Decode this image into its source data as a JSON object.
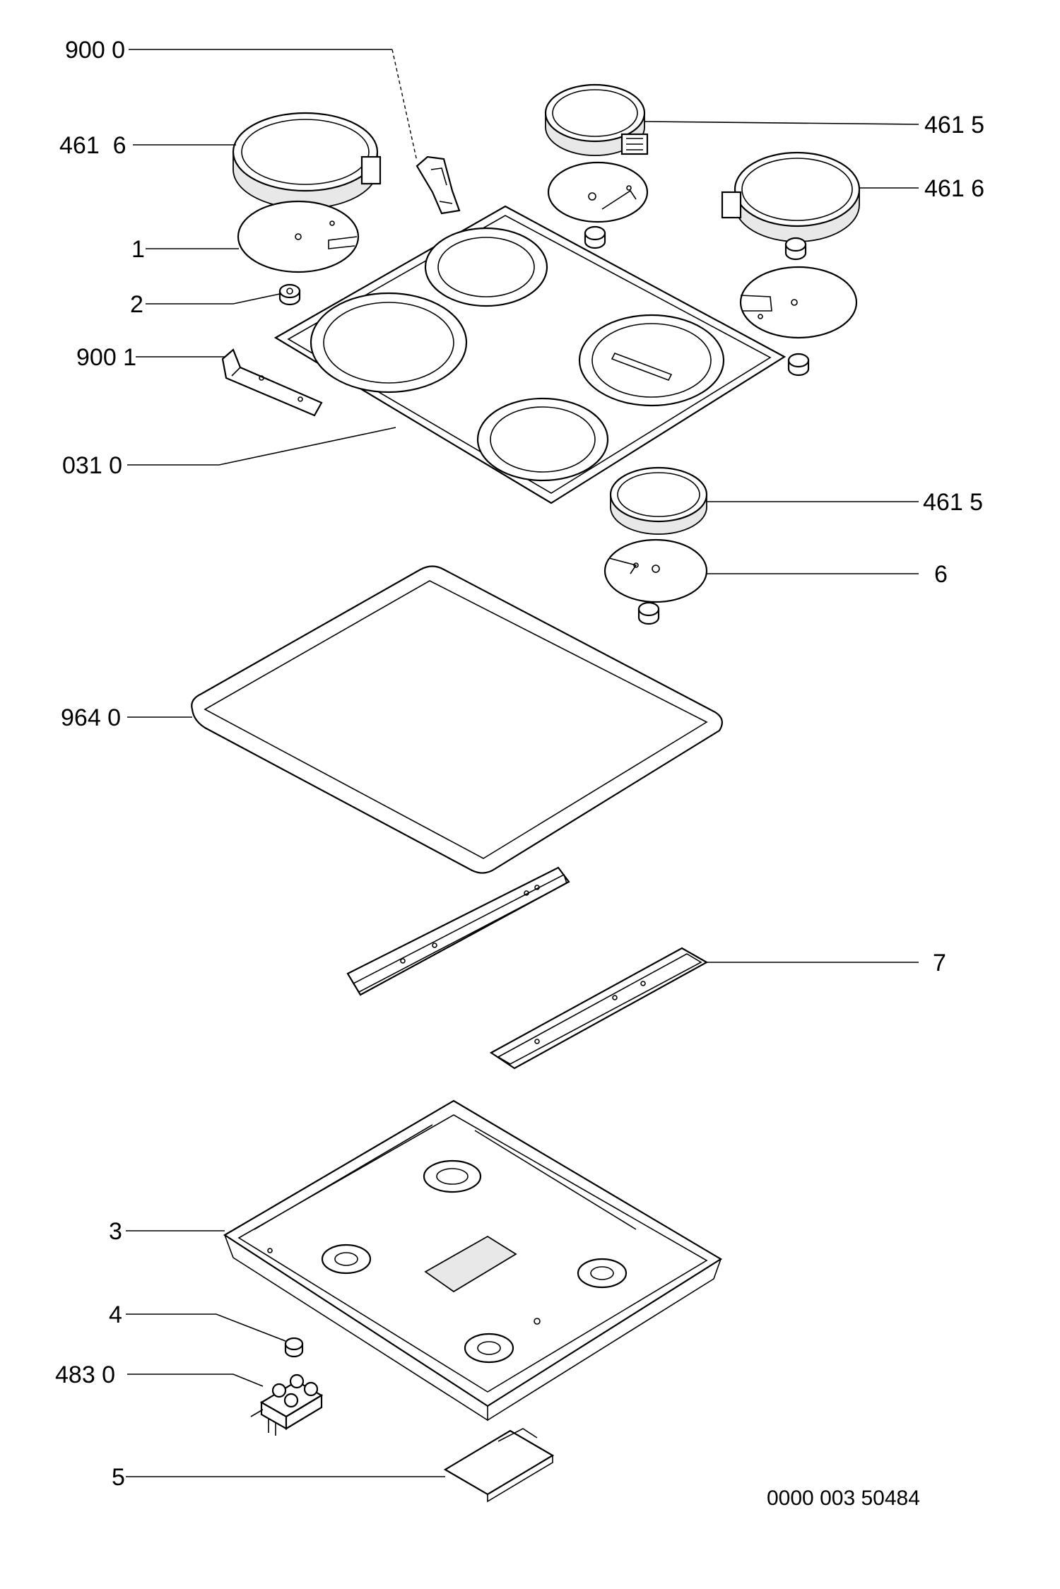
{
  "callouts": {
    "c9000": "900 0",
    "c4616a": "461  6",
    "c1": "1",
    "c2": "2",
    "c9001": "900 1",
    "c0310": "031 0",
    "c4615a": "461 5",
    "c4616b": "461 6",
    "c4615b": "461 5",
    "c6": "6",
    "c9640": "964 0",
    "c7": "7",
    "c3": "3",
    "c4": "4",
    "c4830": "483 0",
    "c5": "5"
  },
  "drawing_code": "0000 003 50484"
}
